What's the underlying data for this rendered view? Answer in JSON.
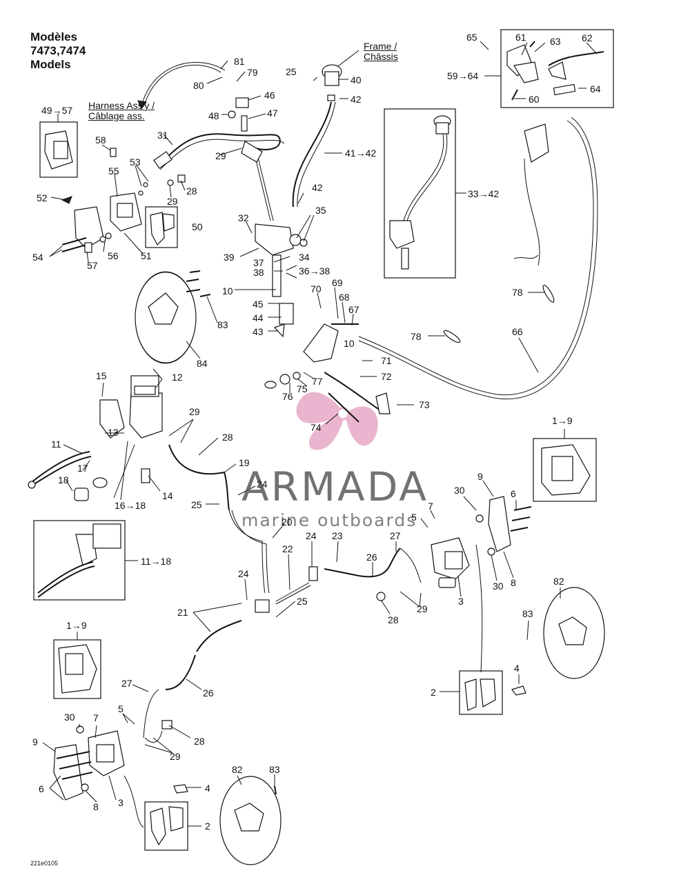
{
  "header": {
    "models_line1": "Modèles",
    "models_line2": "7473,7474",
    "models_line3": "Models"
  },
  "annotations": {
    "frame_en": "Frame /",
    "frame_fr": "Châssis",
    "harness_en": "Harness Ass'y /",
    "harness_fr": "Câblage ass."
  },
  "drawing_code": "221e0105",
  "watermark": {
    "brand": "ARMADA",
    "tagline": "marine outboards",
    "logo_color": "#e7a9c6"
  },
  "callouts": {
    "c81": "81",
    "c80": "80",
    "c79": "79",
    "c46": "46",
    "c48": "48",
    "c47": "47",
    "c25a": "25",
    "c40": "40",
    "c42a": "42",
    "c4142": "41→42",
    "c42b": "42",
    "c35": "35",
    "c32": "32",
    "c39": "39",
    "c37": "37",
    "c34": "34",
    "c38": "38",
    "c3638": "36→38",
    "c10a": "10",
    "c45": "45",
    "c44": "44",
    "c43": "43",
    "c70": "70",
    "c69": "69",
    "c68": "68",
    "c67": "67",
    "c10b": "10",
    "c71": "71",
    "c72": "72",
    "c73": "73",
    "c74": "74",
    "c75": "75",
    "c76": "76",
    "c77": "77",
    "c65": "65",
    "c61": "61",
    "c63": "63",
    "c62": "62",
    "c5964": "59→64",
    "c60": "60",
    "c64": "64",
    "c3342": "33→42",
    "c78a": "78",
    "c78b": "78",
    "c66": "66",
    "c4957": "49→57",
    "c58": "58",
    "c53": "53",
    "c55": "55",
    "c52": "52",
    "c28a": "28",
    "c29a": "29",
    "c50": "50",
    "c54": "54",
    "c56": "56",
    "c57": "57",
    "c51": "51",
    "c31": "31",
    "c29b": "29",
    "c83a": "83",
    "c84": "84",
    "c15": "15",
    "c12": "12",
    "c13": "13",
    "c11": "11",
    "c29c": "29",
    "c28b": "28",
    "c17": "17",
    "c18": "18",
    "c1618": "16→18",
    "c14": "14",
    "c19": "19",
    "c25b": "25",
    "c24a": "24",
    "c20": "20",
    "c1118": "11→18",
    "c19box": "1→9",
    "c30a": "30",
    "c9a": "9",
    "c6a": "6",
    "c7a": "7",
    "c5a": "5",
    "c24b": "24",
    "c23": "23",
    "c27a": "27",
    "c26a": "26",
    "c22": "22",
    "c24c": "24",
    "c21": "21",
    "c25c": "25",
    "c28c": "28",
    "c29d": "29",
    "c3a": "3",
    "c30b": "30",
    "c8a": "8",
    "c82a": "82",
    "c83b": "83",
    "c2a": "2",
    "c4a": "4",
    "c19box2": "1→9",
    "c27b": "27",
    "c26b": "26",
    "c30c": "30",
    "c7b": "7",
    "c5b": "5",
    "c28d": "28",
    "c29e": "29",
    "c9b": "9",
    "c6b": "6",
    "c8b": "8",
    "c3b": "3",
    "c4b": "4",
    "c2b": "2",
    "c82b": "82",
    "c83c": "83"
  }
}
